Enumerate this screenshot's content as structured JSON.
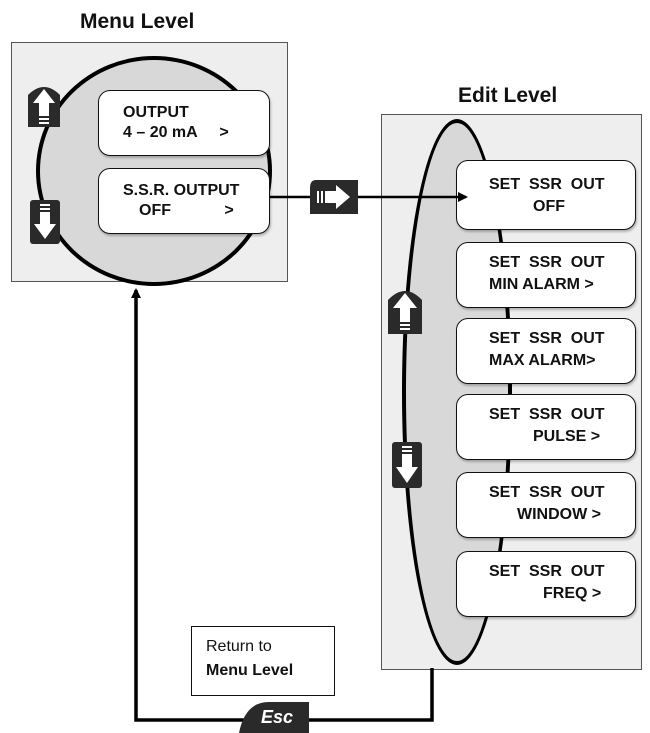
{
  "menu_level": {
    "title": "Menu Level",
    "items": [
      {
        "line1": "OUTPUT",
        "line2": "4 – 20 mA     >"
      },
      {
        "line1": "S.S.R. OUTPUT",
        "line2": "OFF            >"
      }
    ]
  },
  "edit_level": {
    "title": "Edit Level",
    "items": [
      {
        "line1": "SET  SSR  OUT",
        "line2": "OFF"
      },
      {
        "line1": "SET  SSR  OUT",
        "line2": "MIN ALARM >"
      },
      {
        "line1": "SET  SSR  OUT",
        "line2": "MAX ALARM>"
      },
      {
        "line1": "SET  SSR  OUT",
        "line2": "PULSE >"
      },
      {
        "line1": "SET  SSR  OUT",
        "line2": "WINDOW >"
      },
      {
        "line1": "SET  SSR  OUT",
        "line2": "FREQ >"
      }
    ]
  },
  "return_box": {
    "line1": "Return to",
    "line2": "Menu Level"
  },
  "esc_key": {
    "label": "Esc"
  },
  "icons": [
    "up-arrow-icon",
    "down-arrow-icon",
    "enter-arrow-icon",
    "esc-key-icon"
  ],
  "colors": {
    "panel": "#eeeeee",
    "ellipse": "#d8d8d8",
    "key": "#2a2a2a"
  }
}
